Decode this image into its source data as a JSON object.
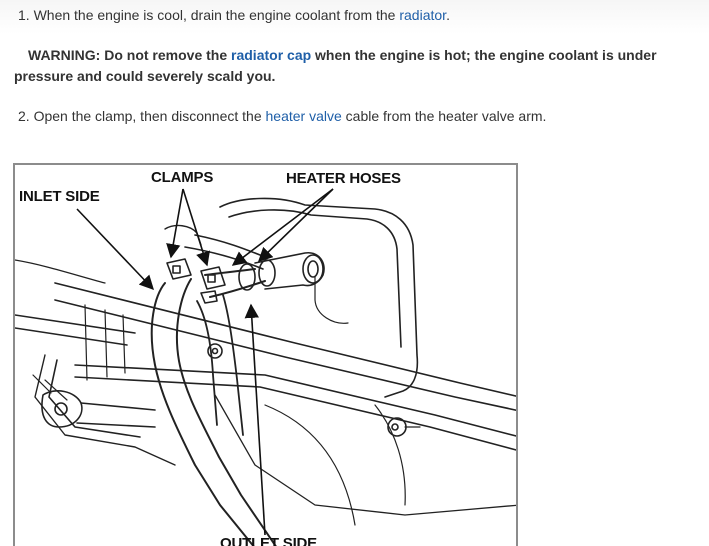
{
  "step1": {
    "prefix": "1. When the engine is cool, drain the engine coolant from the ",
    "link": "radiator",
    "suffix": "."
  },
  "warning": {
    "prefix": "WARNING: Do not remove the ",
    "link": "radiator cap",
    "suffix": " when the engine is hot; the engine coolant is under pressure and could severely scald you."
  },
  "step2": {
    "prefix": "2. Open the clamp, then disconnect the ",
    "link": "heater valve",
    "suffix": " cable from the heater valve arm."
  },
  "figure": {
    "labels": {
      "clamps": "CLAMPS",
      "heater_hoses": "HEATER HOSES",
      "inlet_side": "INLET SIDE",
      "outlet_side": "OUTLET SIDE"
    }
  },
  "colors": {
    "text": "#333333",
    "link": "#1f5fa8",
    "figure_border": "#8c8c8c"
  }
}
